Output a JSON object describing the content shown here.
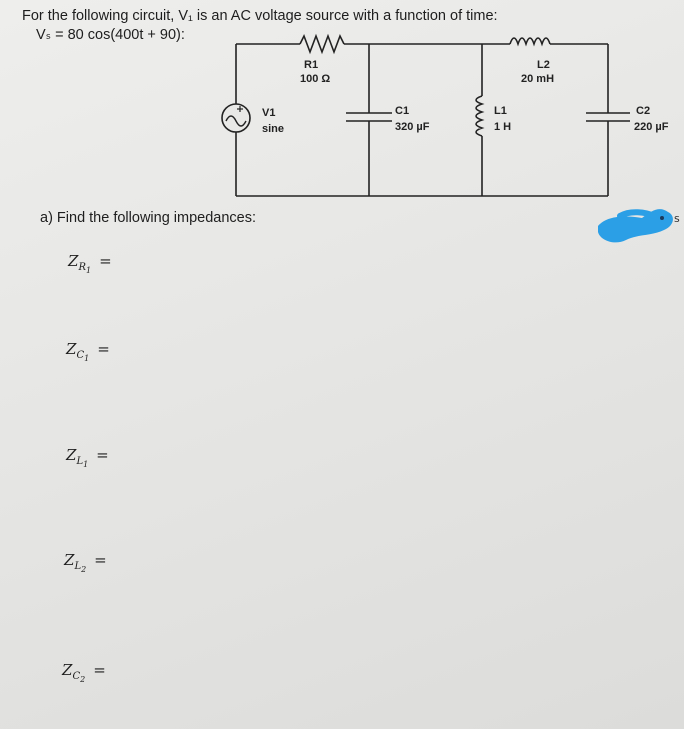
{
  "problem": {
    "line1": "For the following circuit, V₁ is an AC voltage source with a function of time:",
    "line2": "Vₛ = 80 cos(400t + 90):"
  },
  "circuit": {
    "source": {
      "name": "V1",
      "type": "sine"
    },
    "r1": {
      "name": "R1",
      "value": "100 Ω"
    },
    "l2": {
      "name": "L2",
      "value": "20 mH"
    },
    "c1": {
      "name": "C1",
      "value": "320 µF"
    },
    "l1": {
      "name": "L1",
      "value": "1 H"
    },
    "c2": {
      "name": "C2",
      "value": "220 µF"
    }
  },
  "part_a": {
    "heading": "a)  Find the following impedances:",
    "items": [
      {
        "symbol": "Z",
        "sub": "R",
        "subsub": "1",
        "eq": "="
      },
      {
        "symbol": "Z",
        "sub": "C",
        "subsub": "1",
        "eq": "="
      },
      {
        "symbol": "Z",
        "sub": "L",
        "subsub": "1",
        "eq": "="
      },
      {
        "symbol": "Z",
        "sub": "L",
        "subsub": "2",
        "eq": "="
      },
      {
        "symbol": "Z",
        "sub": "C",
        "subsub": "2",
        "eq": "="
      }
    ]
  },
  "colors": {
    "ink": "#1e1e1e",
    "scribble": "#2b9fe6",
    "paper": "#e8e8e6"
  }
}
